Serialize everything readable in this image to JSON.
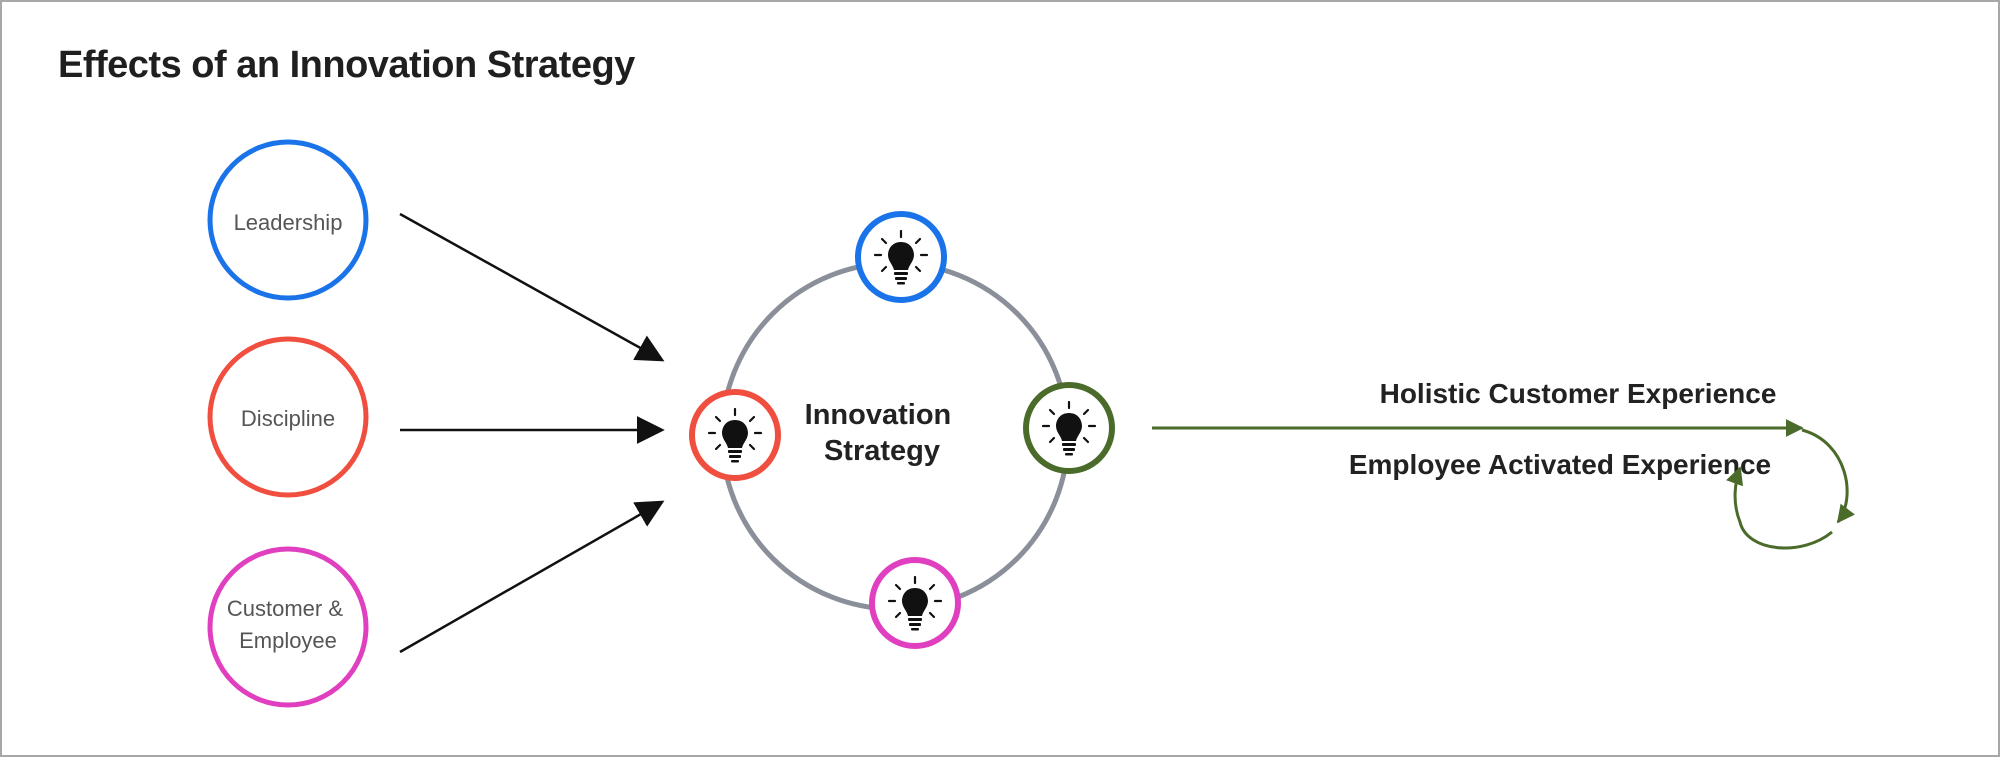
{
  "title": "Effects of an Innovation Strategy",
  "inputs": [
    {
      "lines": [
        "Leadership"
      ],
      "color": "#1a73e8"
    },
    {
      "lines": [
        "Discipline"
      ],
      "color": "#f04e3e"
    },
    {
      "lines": [
        "Customer &",
        "Employee"
      ],
      "color": "#e040c0"
    }
  ],
  "center": {
    "lines": [
      "Innovation",
      "Strategy"
    ],
    "ring_color": "#8a8f99"
  },
  "bulbs": [
    {
      "position": "top",
      "color": "#1a73e8",
      "icon": "lightbulb-icon"
    },
    {
      "position": "left",
      "color": "#f04e3e",
      "icon": "lightbulb-icon"
    },
    {
      "position": "right",
      "color": "#4a6b2a",
      "icon": "lightbulb-icon"
    },
    {
      "position": "bottom",
      "color": "#e040c0",
      "icon": "lightbulb-icon"
    }
  ],
  "outputs": [
    "Holistic Customer Experience",
    "Employee Activated Experience"
  ],
  "output_color": "#4a6b2a",
  "arrow_color": "#111111"
}
